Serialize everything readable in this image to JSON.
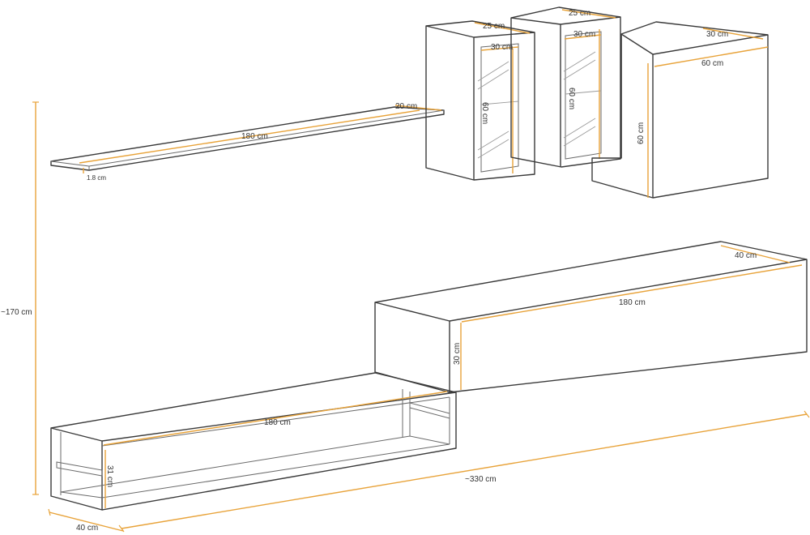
{
  "colors": {
    "dimension_line": "#e8a33a",
    "outline": "#3a3a3a",
    "background": "#ffffff"
  },
  "labels": {
    "total_height": "~170 cm",
    "total_width": "~330 cm",
    "base_depth": "40 cm",
    "shelf_length": "180 cm",
    "shelf_depth": "20 cm",
    "shelf_thickness": "1.8 cm",
    "glass1_width": "25 cm",
    "glass1_depth": "30 cm",
    "glass1_height": "60 cm",
    "glass2_width": "25 cm",
    "glass2_depth": "30 cm",
    "glass2_height": "60 cm",
    "cube_depth": "30 cm",
    "cube_width": "60 cm",
    "cube_height": "60 cm",
    "hanging_depth": "40 cm",
    "hanging_length": "180 cm",
    "hanging_height": "30 cm",
    "base_length": "180 cm",
    "base_height": "31 cm"
  }
}
